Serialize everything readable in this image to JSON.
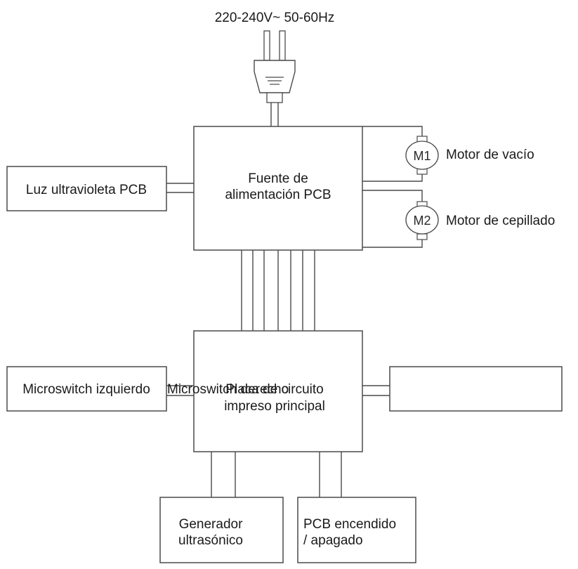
{
  "diagram": {
    "supply_label": "220-240V~ 50-60Hz",
    "power_pcb": {
      "line1": "Fuente de",
      "line2": "alimentación PCB"
    },
    "uv_light": "Luz ultravioleta PCB",
    "motor_vacuum": {
      "symbol": "M1",
      "label": "Motor de vacío"
    },
    "motor_brush": {
      "symbol": "M2",
      "label": "Motor de cepillado"
    },
    "main_pcb": {
      "line1": "Placa de circuito",
      "line2": "impreso principal"
    },
    "left_microswitch": "Microswitch izquierdo",
    "right_microswitch": "Microswitch derecho",
    "right_box_label": "",
    "ultrasonic": {
      "line1": "Generador",
      "line2": "ultrasónico"
    },
    "power_switch_pcb": {
      "line1": "PCB encendido",
      "line2": "/ apagado"
    }
  },
  "colors": {
    "line": "#4a4a4a",
    "text": "#1a1a1a",
    "background": "#ffffff"
  }
}
